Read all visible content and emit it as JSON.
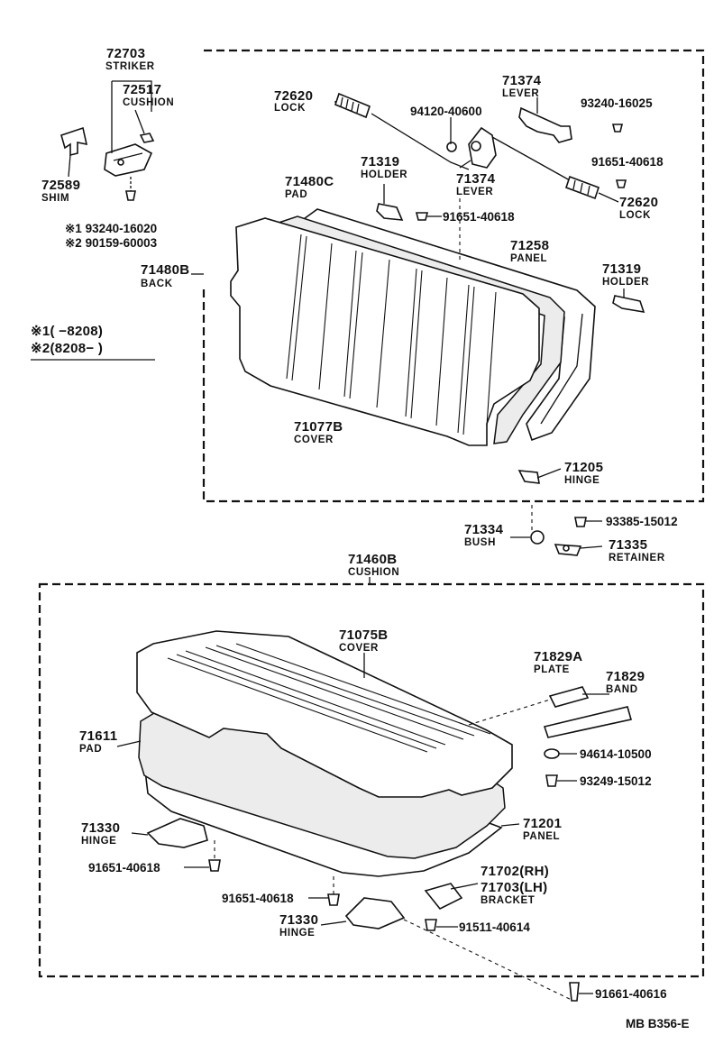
{
  "parts": {
    "p72703": {
      "number": "72703",
      "name": "STRIKER"
    },
    "p72517": {
      "number": "72517",
      "name": "CUSHION"
    },
    "p72589": {
      "number": "72589",
      "name": "SHIM"
    },
    "n1_93240": "※1  93240-16020",
    "n2_90159": "※2  90159-60003",
    "p71480B": {
      "number": "71480B",
      "name": "BACK"
    },
    "p72620a": {
      "number": "72620",
      "name": "LOCK"
    },
    "b94120": "94120-40600",
    "p71374a": {
      "number": "71374",
      "name": "LEVER"
    },
    "b93240_16025": "93240-16025",
    "b91651_40618a": "91651-40618",
    "p71374b": {
      "number": "71374",
      "name": "LEVER"
    },
    "p72620b": {
      "number": "72620",
      "name": "LOCK"
    },
    "p71480C": {
      "number": "71480C",
      "name": "PAD"
    },
    "p71319a": {
      "number": "71319",
      "name": "HOLDER"
    },
    "b91651_40618b": "91651-40618",
    "p71258": {
      "number": "71258",
      "name": "PANEL"
    },
    "p71319b": {
      "number": "71319",
      "name": "HOLDER"
    },
    "p71077B": {
      "number": "71077B",
      "name": "COVER"
    },
    "p71205": {
      "number": "71205",
      "name": "HINGE"
    },
    "p71334": {
      "number": "71334",
      "name": "BUSH"
    },
    "b93385": "93385-15012",
    "p71335": {
      "number": "71335",
      "name": "RETAINER"
    },
    "p71460B": {
      "number": "71460B",
      "name": "CUSHION"
    },
    "p71075B": {
      "number": "71075B",
      "name": "COVER"
    },
    "p71829A": {
      "number": "71829A",
      "name": "PLATE"
    },
    "p71829": {
      "number": "71829",
      "name": "BAND"
    },
    "p71611": {
      "number": "71611",
      "name": "PAD"
    },
    "b94614": "94614-10500",
    "b93249": "93249-15012",
    "p71201": {
      "number": "71201",
      "name": "PANEL"
    },
    "p71330a": {
      "number": "71330",
      "name": "HINGE"
    },
    "b91651_40618c": "91651-40618",
    "p71702": "71702(RH)",
    "p71703": {
      "number": "71703(LH)",
      "name": "BRACKET"
    },
    "b91651_40618d": "91651-40618",
    "p71330b": {
      "number": "71330",
      "name": "HINGE"
    },
    "b91511": "91511-40614",
    "b91661": "91661-40616"
  },
  "legend": {
    "row1": "※1(      −8208)",
    "row2": "※2(8208−      )"
  },
  "footer_code": "MB  B356-E"
}
